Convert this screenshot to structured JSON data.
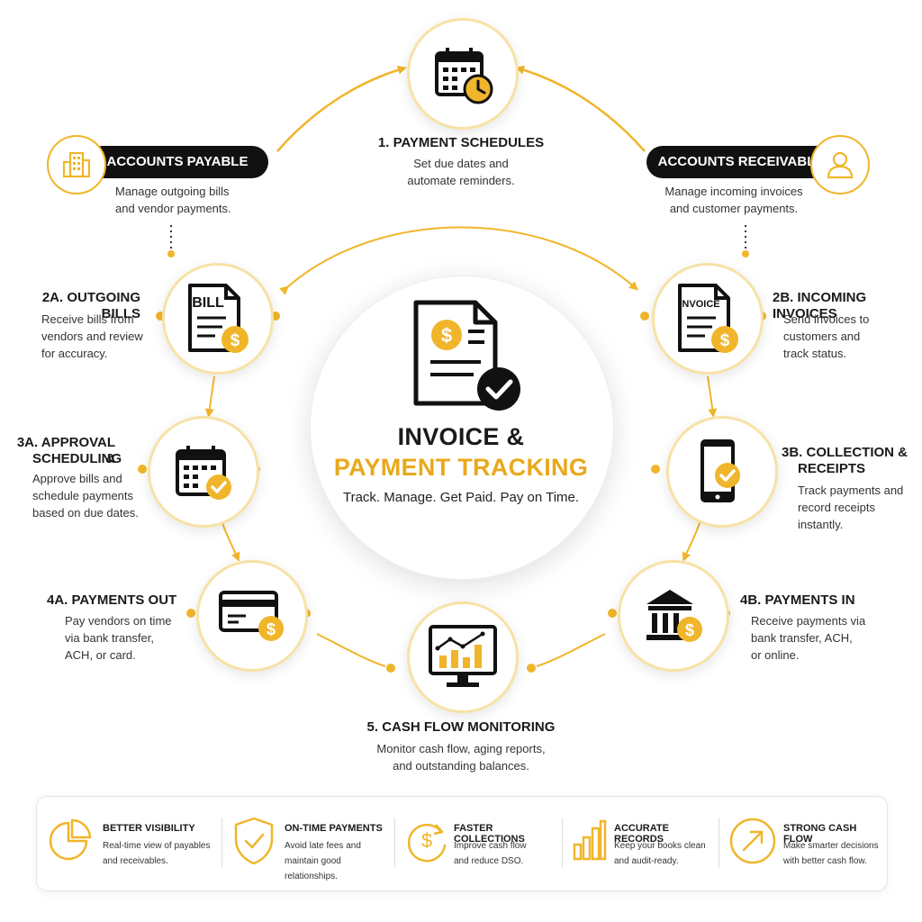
{
  "colors": {
    "accent": "#f0b52a",
    "accent_dark": "#e9a91d",
    "ink": "#111111",
    "ring": "#f7e2a6"
  },
  "center": {
    "title_line1": "INVOICE &",
    "title_line2": "PAYMENT TRACKING",
    "tagline": "Track. Manage. Get Paid. Pay on Time.",
    "icon": "invoice-check-icon"
  },
  "payable": {
    "label": "ACCOUNTS PAYABLE",
    "desc_1": "Manage outgoing bills",
    "desc_2": "and vendor payments.",
    "icon": "building-icon"
  },
  "receivable": {
    "label": "ACCOUNTS RECEIVABLE",
    "desc_1": "Manage incoming invoices",
    "desc_2": "and customer payments.",
    "icon": "user-icon"
  },
  "steps": {
    "s1": {
      "title": "1. PAYMENT SCHEDULES",
      "desc_1": "Set due dates and",
      "desc_2": "automate reminders.",
      "icon": "calendar-clock-icon"
    },
    "s2a": {
      "title": "2A. OUTGOING BILLS",
      "desc_1": "Receive bills from",
      "desc_2": "vendors and review",
      "desc_3": "for accuracy.",
      "icon": "bill-icon",
      "icon_text": "BILL"
    },
    "s2b": {
      "title": "2B. INCOMING INVOICES",
      "desc_1": "Send invoices to",
      "desc_2": "customers and",
      "desc_3": "track status.",
      "icon": "invoice-icon",
      "icon_text": "INVOICE"
    },
    "s3a": {
      "title_1": "3A. APPROVAL &",
      "title_2": "SCHEDULING",
      "desc_1": "Approve bills and",
      "desc_2": "schedule payments",
      "desc_3": "based on due dates.",
      "icon": "calendar-check-icon"
    },
    "s3b": {
      "title_1": "3B. COLLECTION &",
      "title_2": "RECEIPTS",
      "desc_1": "Track payments and",
      "desc_2": "record receipts",
      "desc_3": "instantly.",
      "icon": "phone-check-icon"
    },
    "s4a": {
      "title": "4A. PAYMENTS OUT",
      "desc_1": "Pay vendors on time",
      "desc_2": "via bank transfer,",
      "desc_3": "ACH, or card.",
      "icon": "credit-card-icon"
    },
    "s4b": {
      "title": "4B. PAYMENTS IN",
      "desc_1": "Receive payments via",
      "desc_2": "bank transfer, ACH,",
      "desc_3": "or online.",
      "icon": "bank-icon"
    },
    "s5": {
      "title": "5. CASH FLOW MONITORING",
      "desc_1": "Monitor cash flow, aging reports,",
      "desc_2": "and outstanding balances.",
      "icon": "monitor-chart-icon"
    }
  },
  "features": [
    {
      "title": "BETTER VISIBILITY",
      "desc_1": "Real-time view of payables",
      "desc_2": "and receivables.",
      "icon": "pie-chart-icon"
    },
    {
      "title": "ON-TIME PAYMENTS",
      "desc_1": "Avoid late fees and",
      "desc_2": "maintain good relationships.",
      "icon": "shield-check-icon"
    },
    {
      "title": "FASTER COLLECTIONS",
      "desc_1": "Improve cash flow",
      "desc_2": "and reduce DSO.",
      "icon": "dollar-cycle-icon"
    },
    {
      "title": "ACCURATE RECORDS",
      "desc_1": "Keep your books clean",
      "desc_2": "and audit-ready.",
      "icon": "bar-chart-icon"
    },
    {
      "title": "STRONG CASH FLOW",
      "desc_1": "Make smarter decisions",
      "desc_2": "with better cash flow.",
      "icon": "trend-arrow-icon"
    }
  ]
}
